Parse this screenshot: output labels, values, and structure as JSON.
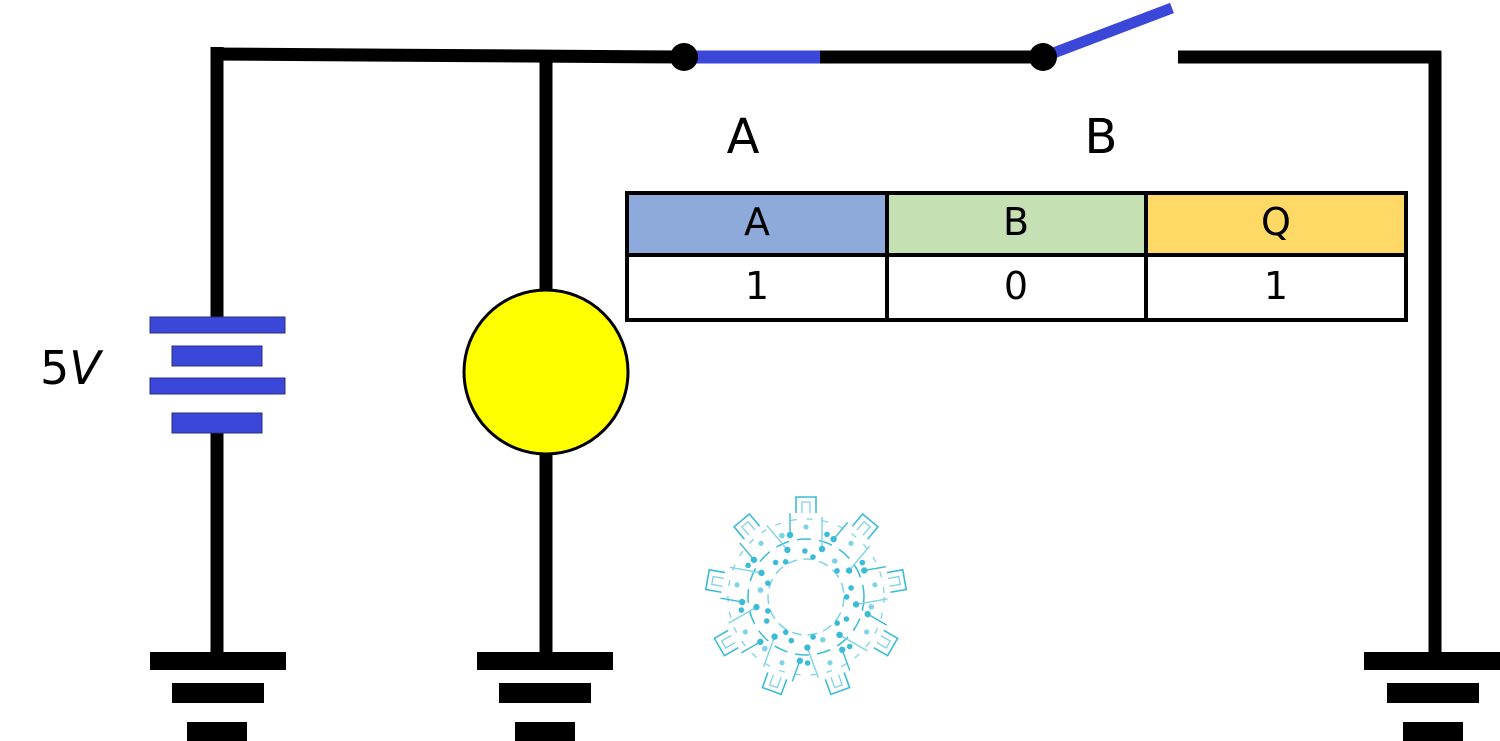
{
  "battery": {
    "voltage_value": "5",
    "voltage_unit": "V"
  },
  "switches": {
    "a": {
      "label": "A",
      "state": "closed"
    },
    "b": {
      "label": "B",
      "state": "open"
    }
  },
  "truth_table": {
    "headers": [
      "A",
      "B",
      "Q"
    ],
    "header_colors": [
      "#8eaadb",
      "#c5e0b3",
      "#ffd966"
    ],
    "rows": [
      [
        "1",
        "0",
        "1"
      ]
    ]
  },
  "colors": {
    "wire": "#000000",
    "switch_blade": "#3a47d8",
    "battery_plate": "#3a47d8",
    "lamp": "#ffff00",
    "logo": "#3bbcd6"
  },
  "icons": {
    "lamp": "lamp-icon",
    "ground": "ground-icon",
    "battery": "battery-icon",
    "logo": "circuit-gear-logo-icon"
  }
}
